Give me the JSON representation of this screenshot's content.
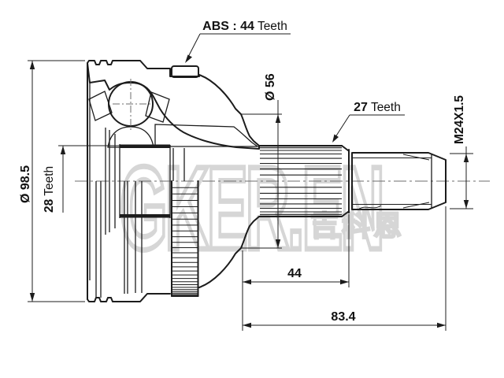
{
  "drawing": {
    "callouts": {
      "abs": {
        "num": "ABS : 44",
        "word": "Teeth"
      },
      "spline_front": {
        "num": "27",
        "word": "Teeth"
      },
      "spline_inner": {
        "num": "28",
        "word": "Teeth"
      },
      "outer_diameter": "Ø 98.5",
      "boot_diameter": "Ø 56",
      "thread_spec": "M24X1.5",
      "spline_length": "44",
      "total_length": "83.4"
    },
    "watermark": {
      "latin": "GKER.EN",
      "cjk": "吉科恩"
    },
    "colors": {
      "line": "#1c1c1c",
      "centerline": "#6e6e6e",
      "watermark": "#d6d6d6",
      "background": "#ffffff"
    }
  }
}
